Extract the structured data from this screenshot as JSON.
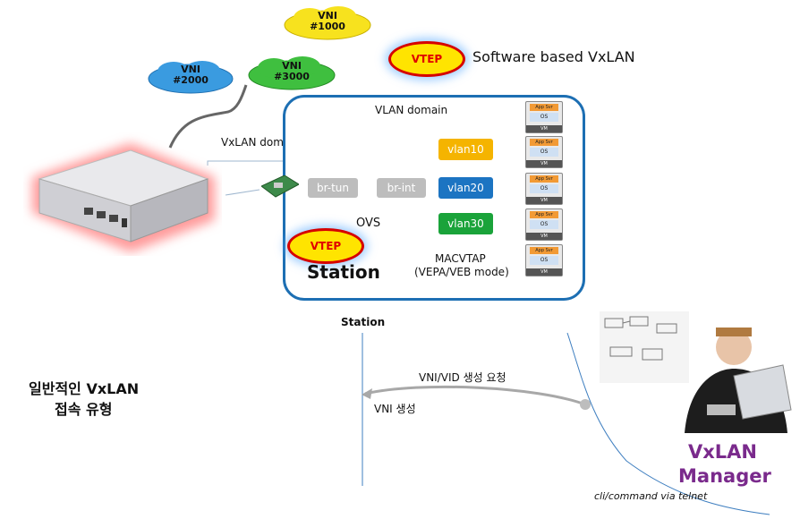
{
  "clouds": [
    {
      "id": "vni1000",
      "line1": "VNI",
      "line2": "#1000",
      "color": "#f7e21e"
    },
    {
      "id": "vni2000",
      "line1": "VNI",
      "line2": "#2000",
      "color": "#3a9be0"
    },
    {
      "id": "vni3000",
      "line1": "VNI",
      "line2": "#3000",
      "color": "#3fbf3f"
    }
  ],
  "vtep_label": "VTEP",
  "software_vxlan": "Software based VxLAN",
  "vlan_domain": "VLAN domain",
  "vxlan_domain": "VxLAN domain",
  "ovs": "OVS",
  "station_title": "Station",
  "macvtap": "MACVTAP",
  "macvtap_mode": "(VEPA/VEB mode)",
  "bridges": {
    "tun": "br-tun",
    "int": "br-int"
  },
  "vlans": [
    {
      "label": "vlan10",
      "color": "#f5b400"
    },
    {
      "label": "vlan20",
      "color": "#1c74c2"
    },
    {
      "label": "vlan30",
      "color": "#1aa33a"
    }
  ],
  "vm": {
    "app": "App Svr",
    "os": "OS",
    "vm": "VM"
  },
  "seq": {
    "station": "Station",
    "req": "VNI/VID 생성 요청",
    "resp": "VNI 생성"
  },
  "left_title": {
    "line1": "일반적인 VxLAN",
    "line2": "접속 유형"
  },
  "manager": {
    "line1": "VxLAN",
    "line2": "Manager",
    "color": "#7a2a8c"
  },
  "cli": "cli/command via telnet"
}
